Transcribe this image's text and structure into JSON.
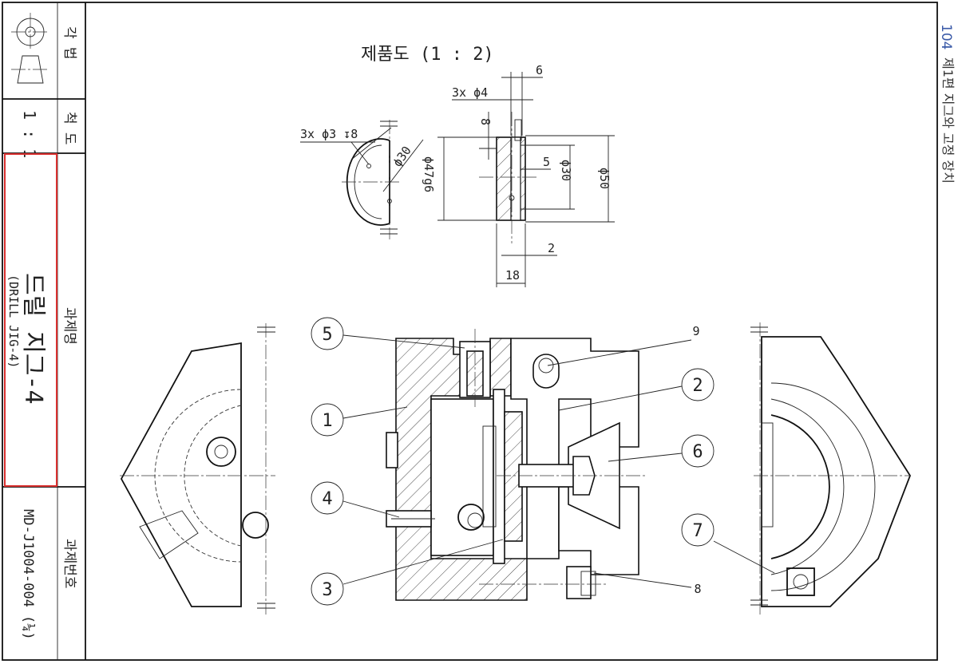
{
  "title_block": {
    "projection_label": "각 법",
    "scale_label": "척 도",
    "scale_value": "1 : 1",
    "task_name_label": "과제명",
    "task_name_ko": "드릴 지그-4",
    "task_name_en": "(DRILL JIG-4)",
    "task_number_label": "과제번호",
    "task_number": "MD-J1004-004 (¼)"
  },
  "page_side": {
    "page_number": "104",
    "chapter_title": "제1편 지그와 고정 장치"
  },
  "product_view": {
    "title": "제품도 (1 : 2)",
    "dims": {
      "holes_left": "3x ϕ3 ↧8",
      "pcd": "ϕ30",
      "holes_top": "3x ϕ4",
      "six": "6",
      "eight": "8",
      "five": "5",
      "d47": "ϕ47g6",
      "d30": "ϕ30",
      "d50": "ϕ50",
      "two": "2",
      "eighteen": "18"
    }
  },
  "balloons": {
    "b1": "1",
    "b2": "2",
    "b3": "3",
    "b4": "4",
    "b5": "5",
    "b6": "6",
    "b7": "7",
    "b8": "8",
    "b9": "9"
  },
  "colors": {
    "highlight_frame": "#d9302f",
    "page_number": "#3a5aa8"
  }
}
